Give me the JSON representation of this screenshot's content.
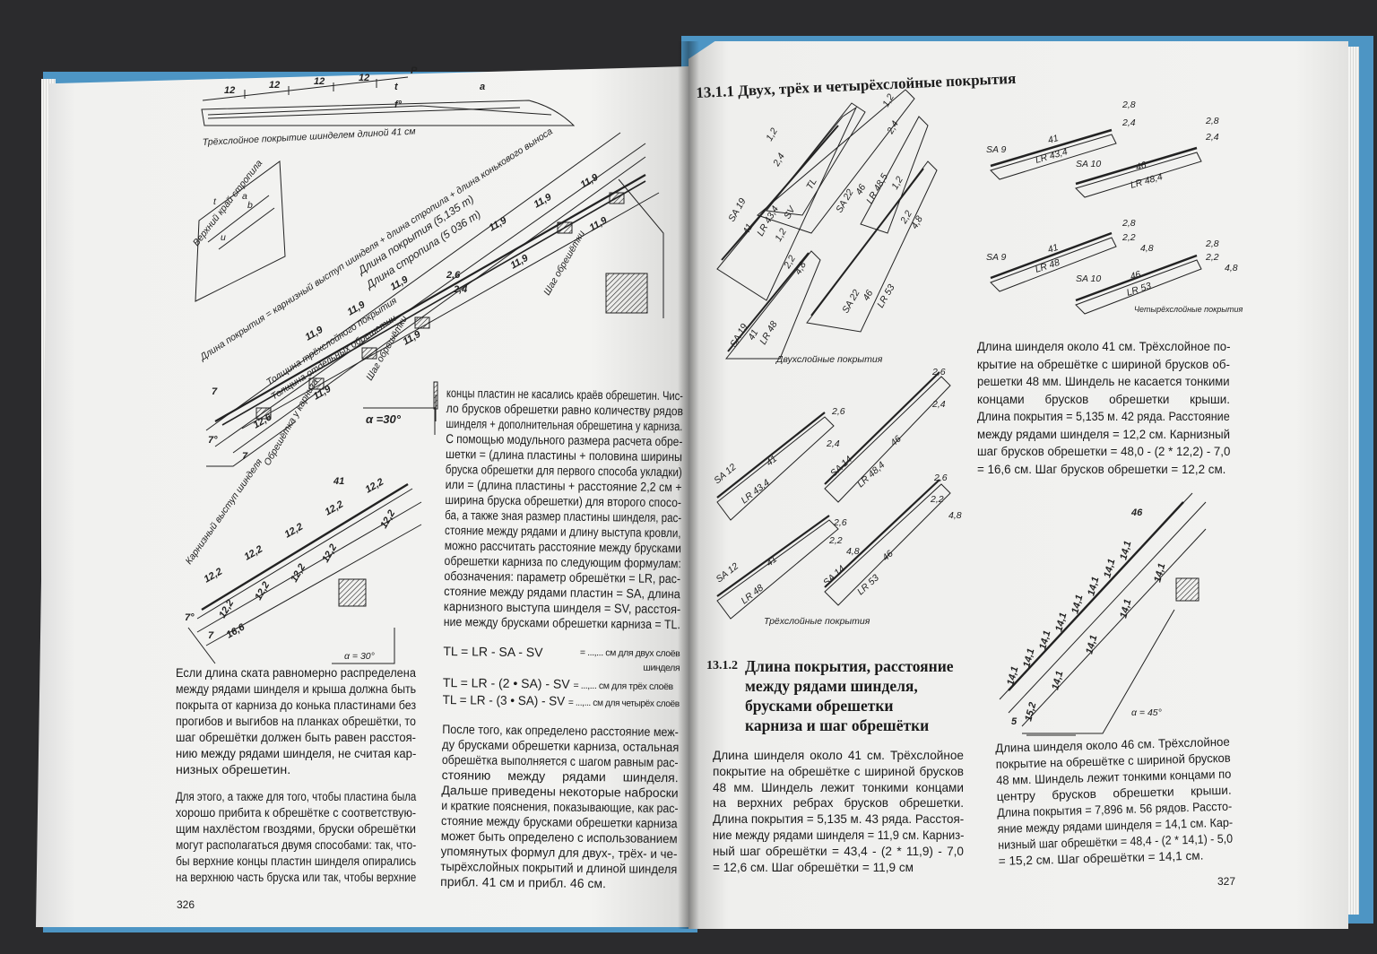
{
  "left_page": {
    "page_number": "326",
    "top_diagram": {
      "caption": "Трёхслойное покрытие шинделем длиной 41 см",
      "dims": [
        "12",
        "12",
        "12",
        "12"
      ],
      "marks": [
        "P",
        "t",
        "a",
        "f°"
      ]
    },
    "rafter_diagram": {
      "caption": "Верхний край стропила",
      "marks": [
        "a",
        "b",
        "t",
        "u"
      ]
    },
    "main_diagram": {
      "formula": "Длина покрытия = карнизный выступ шинделя + длина стропила + длина конькового выноса",
      "cover_length": "Длина покрытия (5,135 m)",
      "rafter_length": "Длина стропила (5 036 m)",
      "thickness_cover": "Толщина трёхслойного покрытия",
      "thickness_battens": "Толщина отдельных обрешетин",
      "dims": [
        "11,9",
        "11,9",
        "11,9",
        "11,9",
        "11,9",
        "11,9",
        "11,9",
        "11,9",
        "11,9",
        "11,9",
        "12,6",
        "7",
        "7°",
        "2,6",
        "2,4",
        "7"
      ],
      "step_label": "Шаг обрешётки",
      "eaves_batten": "Обрешётка у карниза",
      "angle": "α =30°"
    },
    "lower_diagram": {
      "overhang": "Карнизный выступ шинделя",
      "length": "41",
      "dims": [
        "12,2",
        "12,2",
        "12,2",
        "12,2",
        "12,2",
        "12,2",
        "12,2",
        "12,2",
        "12,2",
        "12,2",
        "16,6",
        "7",
        "7°"
      ],
      "angle": "α = 30°"
    },
    "col1": {
      "p1": [
        "Если длина ската равномерно распределена",
        "между рядами шинделя и крыша должна быть",
        "покрыта от карниза до конька пластинами без",
        "прогибов и выгибов на планках обрешётки, то",
        "шаг обрешётки должен быть равен расстоя-",
        "нию между рядами шинделя, не считая кар-",
        "низных обрешетин."
      ],
      "p2": [
        "Для этого, а также для того, чтобы пластина была",
        "хорошо прибита к обрешётке с соответствую-",
        "щим нахлёстом гвоздями, бруски обрешётки",
        "могут располагаться двумя способами: так, что-",
        "бы верхние концы пластин шинделя опирались",
        "на верхнюю часть бруска или так, чтобы верхние"
      ]
    },
    "col2": {
      "p1": [
        "концы пластин не касались краёв обрешетин. Чис-",
        "ло брусков обрешетки равно количеству рядов",
        "шинделя + дополнительная обрешетина у карниза.",
        "С помощью модульного размера расчета обре-",
        "шетки = (длина пластины + половина ширины",
        "бруска обрешетки для первого способа укладки)",
        "или = (длина пластины + расстояние 2,2 см +",
        "ширина бруска обрешетки) для второго спосо-",
        "ба, а также зная размер пластины шинделя, рас-",
        "стояние между рядами и длину выступа кровли,",
        "можно рассчитать расстояние между брусками",
        "обрешетки карниза по следующим формулам:",
        "обозначения: параметр обрешётки = LR, рас-",
        "стояние между рядами пластин = SA, длина",
        "карнизного выступа шинделя = SV, расстоя-",
        "ние между брусками обрешетки карниза = TL."
      ],
      "formulas": [
        {
          "formula": "TL = LR - SA - SV",
          "result": "= ...,... см для двух слоёв",
          "result2": "шинделя"
        },
        {
          "formula": "TL = LR - (2 • SA) - SV = ...,... см для трёх слоёв"
        },
        {
          "formula": "TL = LR - (3 • SA) - SV = ...,... см для четырёх слоёв"
        }
      ],
      "p2": [
        "После того, как определено расстояние меж-",
        "ду брусками обрешетки карниза, остальная",
        "обрешётка выполняется с шагом равным рас-",
        "стоянию между рядами шинделя.",
        "Дальше приведены некоторые наброски",
        "и краткие пояснения, показывающие, как рас-",
        "стояние между брусками обрешетки карниза",
        "может быть определено с использованием",
        "упомянутых формул для двух-, трёх- и че-",
        "тырёхслойных покрытий и длиной шинделя",
        "прибл. 41 см и прибл. 46 см."
      ]
    }
  },
  "right_page": {
    "page_number": "327",
    "heading_1": "13.1.1 Двух, трёх и четырёхслойные покрытия",
    "two_layer": {
      "caption": "Двухслойные покрытия",
      "labels": [
        "SA 19",
        "41",
        "LR 43,4",
        "1,2",
        "2,4",
        "SV",
        "TL",
        "SA 22",
        "46",
        "LR 48,5",
        "1,2",
        "2,4",
        "SA 19",
        "41",
        "LR 48",
        "1,2",
        "2,2",
        "4,8",
        "SA 22",
        "46",
        "LR 53",
        "1,2",
        "2,2",
        "4,8"
      ]
    },
    "four_layer": {
      "caption": "Четырёхслойные покрытия",
      "labels": [
        "SA 9",
        "41",
        "LR 43,4",
        "2,8",
        "2,4",
        "SA 10",
        "46",
        "LR 48,4",
        "2,8",
        "2,4",
        "SA 9",
        "41",
        "LR 48",
        "2,8",
        "2,2",
        "4,8",
        "SA 10",
        "46",
        "LR 53",
        "2,8",
        "2,2",
        "4,8"
      ]
    },
    "three_layer": {
      "caption": "Трёхслойные покрытия",
      "labels": [
        "SA 12",
        "41",
        "LR 43,4",
        "2,6",
        "2,4",
        "SA 14",
        "46",
        "LR 48,4",
        "2,6",
        "2,4",
        "SA 12",
        "41",
        "LR 48",
        "2,6",
        "2,2",
        "4,8",
        "SA 14",
        "46",
        "LR 53",
        "2,6",
        "2,2",
        "4,8"
      ]
    },
    "diagram_46": {
      "length": "46",
      "dims": [
        "14,1",
        "14,1",
        "14,1",
        "14,1",
        "14,1",
        "14,1",
        "14,1",
        "14,1",
        "14,1",
        "14,1",
        "14,1",
        "14,1",
        "15,2",
        "5"
      ],
      "angle": "α = 45°"
    },
    "heading_2": {
      "number": "13.1.2",
      "lines": [
        "Длина покрытия, расстояние",
        "между рядами шинделя,",
        "брусками обрешетки",
        "карниза и шаг обрешётки"
      ]
    },
    "col1": {
      "p1": [
        "Длина шинделя около 41 см. Трёхслойное",
        "покрытие на обрешётке с шириной брусков",
        "48 мм. Шиндель лежит тонкими концами",
        "на верхних ребрах брусков обрешетки.",
        "Длина покрытия = 5,135 м. 43 ряда. Расстоя-",
        "ние между рядами шинделя = 11,9 см. Карниз-",
        "ный шаг обрешётки = 43,4 - (2 * 11,9) - 7,0",
        "= 12,6 см. Шаг обрешётки = 11,9 см"
      ]
    },
    "col2": {
      "p1": [
        "Длина шинделя около 41 см. Трёхслойное по-",
        "крытие на обрешётке с шириной брусков об-",
        "решетки 48 мм. Шиндель не касается тонкими",
        "концами брусков обрешетки крыши.",
        "Длина покрытия = 5,135 м. 42 ряда. Расстояние",
        "между рядами шинделя = 12,2 см. Карнизный",
        "шаг брусков обрешетки = 48,0 - (2 * 12,2) - 7,0",
        "= 16,6 см. Шаг брусков обрешетки = 12,2 см."
      ],
      "p2": [
        "Длина шинделя около 46 см. Трёхслойное",
        "покрытие на обрешётке с шириной брусков",
        "48 мм. Шиндель лежит тонкими концами по",
        "центру брусков обрешетки крыши.",
        "Длина покрытия = 7,896 м. 56 рядов. Рассто-",
        "яние между рядами шинделя = 14,1 см. Кар-",
        "низный шаг обрешётки = 48,4 - (2 * 14,1) - 5,0",
        "= 15,2 см. Шаг обрешётки = 14,1 см."
      ]
    }
  },
  "colors": {
    "background": "#2b2b2d",
    "cover": "#4d95c4",
    "paper": "#f2f2f0",
    "ink": "#1b1b1b"
  }
}
